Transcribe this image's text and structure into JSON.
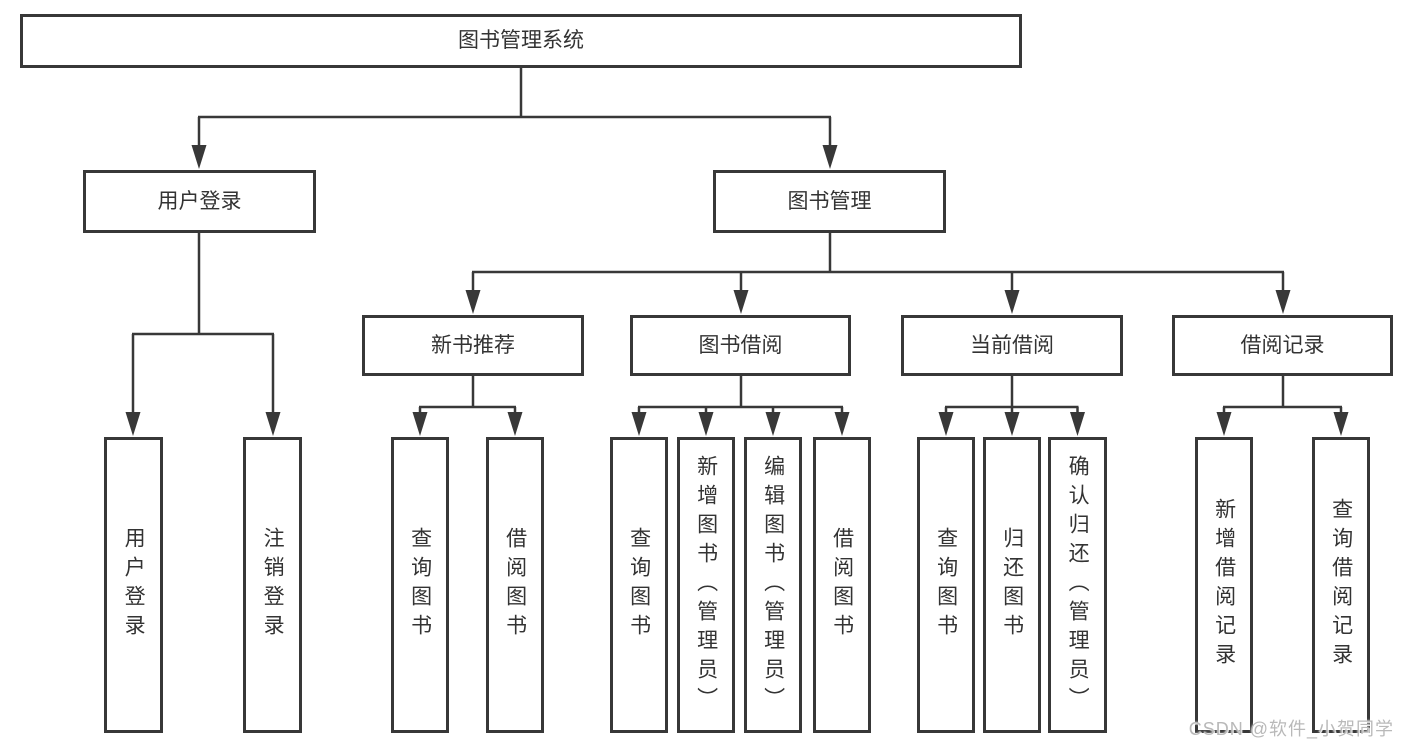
{
  "style": {
    "background": "#ffffff",
    "line_color": "#383838",
    "text_color": "#333333",
    "watermark_color": "#b9b9b9"
  },
  "tree": {
    "root": {
      "label": "图书管理系统",
      "children": [
        {
          "label": "用户登录",
          "children": [
            {
              "label": "用户登录"
            },
            {
              "label": "注销登录"
            }
          ]
        },
        {
          "label": "图书管理",
          "children": [
            {
              "label": "新书推荐",
              "children": [
                {
                  "label": "查询图书"
                },
                {
                  "label": "借阅图书"
                }
              ]
            },
            {
              "label": "图书借阅",
              "children": [
                {
                  "label": "查询图书"
                },
                {
                  "label": "新增图书（管理员）"
                },
                {
                  "label": "编辑图书（管理员）"
                },
                {
                  "label": "借阅图书"
                }
              ]
            },
            {
              "label": "当前借阅",
              "children": [
                {
                  "label": "查询图书"
                },
                {
                  "label": "归还图书"
                },
                {
                  "label": "确认归还（管理员）"
                }
              ]
            },
            {
              "label": "借阅记录",
              "children": [
                {
                  "label": "新增借阅记录"
                },
                {
                  "label": "查询借阅记录"
                }
              ]
            }
          ]
        }
      ]
    }
  },
  "watermark": {
    "text": "CSDN @软件_小贺同学"
  }
}
